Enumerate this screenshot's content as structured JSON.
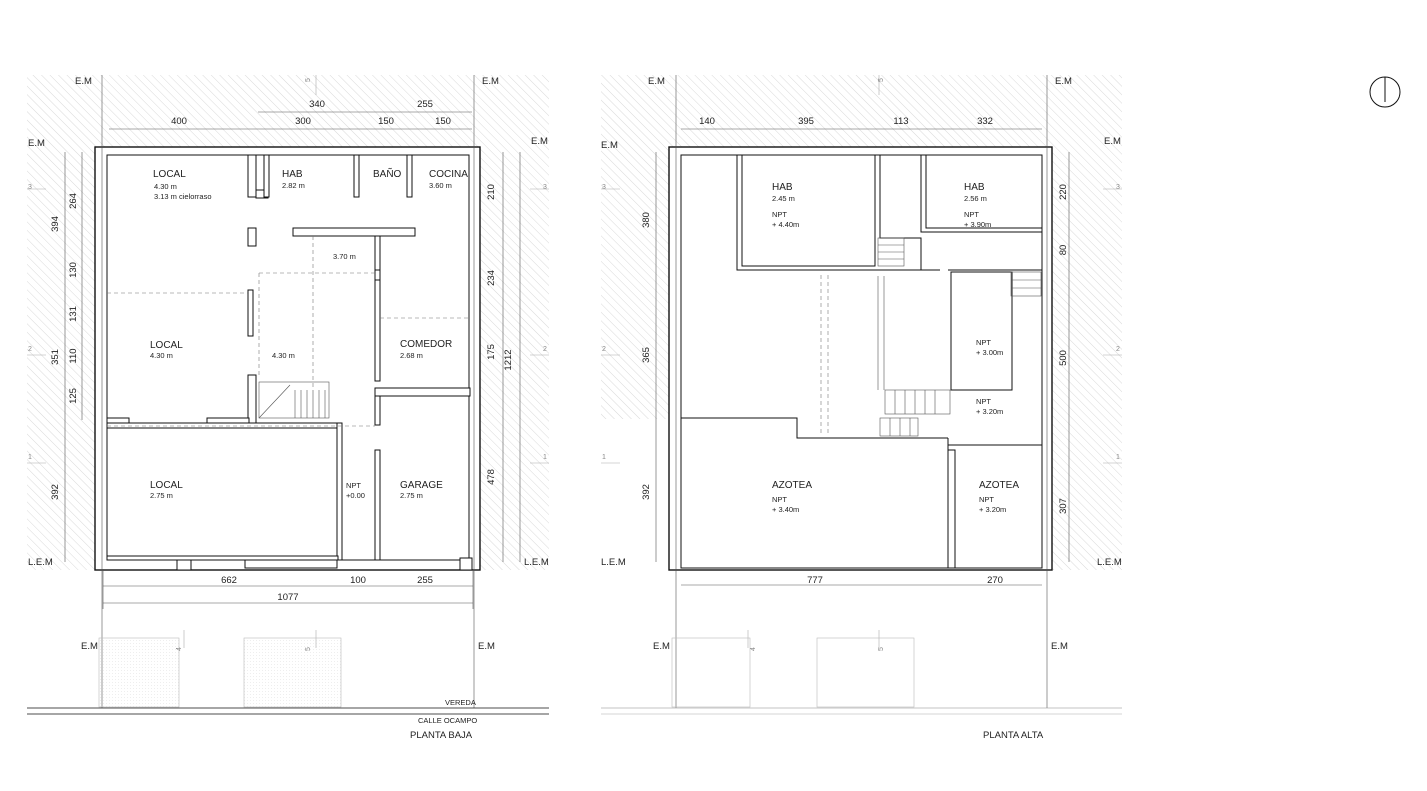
{
  "planta_baja": {
    "title": "PLANTA BAJA",
    "street": "CALLE OCAMPO",
    "sidewalk": "VEREDA",
    "rooms": [
      {
        "name": "LOCAL",
        "lines": [
          "4.30 m",
          "3.13 m cielorraso"
        ]
      },
      {
        "name": "HAB",
        "lines": [
          "2.82 m"
        ]
      },
      {
        "name": "BAÑO",
        "lines": []
      },
      {
        "name": "COCINA",
        "lines": [
          "3.60 m"
        ]
      },
      {
        "name": "LOCAL",
        "lines": [
          "4.30 m"
        ]
      },
      {
        "name": "COMEDOR",
        "lines": [
          "2.68 m"
        ]
      },
      {
        "name": "LOCAL",
        "lines": [
          "2.75 m"
        ]
      },
      {
        "name": "GARAGE",
        "lines": [
          "2.75 m"
        ]
      }
    ],
    "heights": [
      "3.70 m",
      "4.30 m"
    ],
    "npt": {
      "label": "NPT",
      "value": "+0.00"
    },
    "dims_top": {
      "upper": [
        "340",
        "255"
      ],
      "lower": [
        "400",
        "300",
        "150",
        "150"
      ]
    },
    "dims_left": [
      "394",
      "264",
      "130",
      "131",
      "351",
      "110",
      "125",
      "392"
    ],
    "dims_right": [
      "210",
      "234",
      "175",
      "1212",
      "478"
    ],
    "dims_bottom": {
      "upper": [
        "662",
        "100",
        "255"
      ],
      "total": "1077"
    },
    "markers": {
      "top_left": "E.M",
      "top_right": "E.M",
      "side_left": "E.M",
      "side_right": "E.M",
      "bottom_left": "L.E.M",
      "bottom_right": "L.E.M",
      "lower_left": "E.M",
      "lower_right": "E.M"
    },
    "axes": [
      "3",
      "2",
      "1",
      "4",
      "5"
    ]
  },
  "planta_alta": {
    "title": "PLANTA ALTA",
    "rooms": [
      {
        "name": "HAB",
        "lines": [
          "2.45 m",
          "NPT",
          "+ 4.40m"
        ]
      },
      {
        "name": "HAB",
        "lines": [
          "2.56 m",
          "NPT",
          "+ 3.90m"
        ]
      },
      {
        "name": "AZOTEA",
        "lines": [
          "NPT",
          "+ 3.40m"
        ]
      },
      {
        "name": "AZOTEA",
        "lines": [
          "NPT",
          "+ 3.20m"
        ]
      }
    ],
    "levels": [
      {
        "label": "NPT",
        "value": "+ 3.00m"
      },
      {
        "label": "NPT",
        "value": "+ 3.20m"
      }
    ],
    "dims_top": [
      "140",
      "395",
      "113",
      "332"
    ],
    "dims_left": [
      "380",
      "365",
      "392"
    ],
    "dims_right": [
      "220",
      "80",
      "500",
      "307"
    ],
    "dims_bottom": [
      "777",
      "270"
    ],
    "markers": {
      "top_left": "E.M",
      "top_right": "E.M",
      "side_left": "E.M",
      "side_right": "E.M",
      "bottom_left": "L.E.M",
      "bottom_right": "L.E.M",
      "lower_left": "E.M",
      "lower_right": "E.M"
    },
    "axes": [
      "3",
      "2",
      "1",
      "4",
      "5"
    ]
  },
  "north_arrow": "north-arrow-icon"
}
